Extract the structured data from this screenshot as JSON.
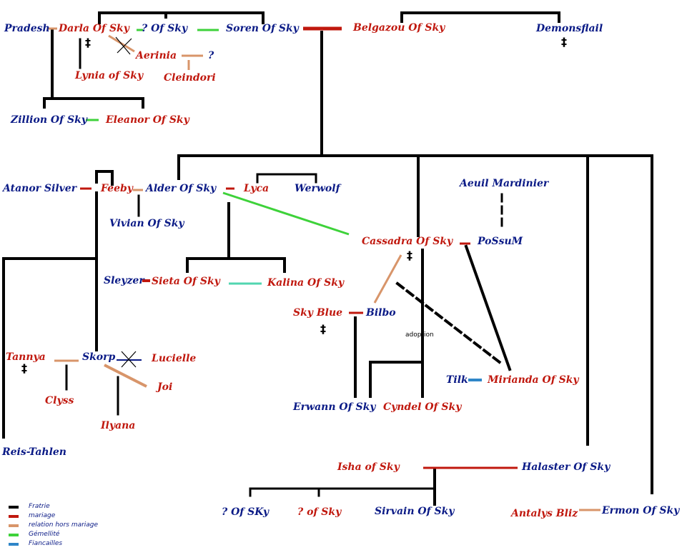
{
  "colors": {
    "fratrie": "#000000",
    "mariage": "#c0180e",
    "hors_mariage": "#d8956a",
    "gemellite": "#3ed23a",
    "fiancailles": "#2f86c8",
    "male_name": "#0a1a86",
    "female_name": "#c0180e"
  },
  "people": {
    "pradesh": "Pradesh",
    "darla": "Darla Of Sky",
    "q_of_sky_1": "? Of Sky",
    "soren": "Soren Of Sky",
    "belgazou": "Belgazou Of Sky",
    "demonsflail": "Demonsflail",
    "aerinia": "Aerinia",
    "q_aerinia": "?",
    "lynia": "Lynia of Sky",
    "cleindori": "Cleindori",
    "zillion": "Zillion Of Sky",
    "eleanor": "Eleanor Of Sky",
    "atanor": "Atanor Silver",
    "feeby": "Feeby",
    "alder": "Alder Of Sky",
    "lyca": "Lyca",
    "werwolf": "Werwolf",
    "aeuil": "Aeuil Mardinier",
    "vivian": "Vivian Of Sky",
    "cassadra": "Cassadra Of Sky",
    "possum": "PoSsuM",
    "sleyzer": "Sleyzer",
    "sieta": "Sieta Of Sky",
    "kalina": "Kalina Of Sky",
    "skyblue": "Sky Blue",
    "bilbo": "Bilbo",
    "tannya": "Tannya",
    "skorp": "Skorp",
    "lucielle": "Lucielle",
    "joi": "Joi",
    "clyss": "Clyss",
    "ilyana": "Ilyana",
    "reis": "Reis-Tahlen",
    "tilk": "Tilk",
    "mirianda": "Mirianda Of Sky",
    "erwann": "Erwann Of Sky",
    "cyndel": "Cyndel Of Sky",
    "isha": "Isha of Sky",
    "halaster": "Halaster Of Sky",
    "q_of_sky_2": "? Of SKy",
    "q_of_sky_3": "? of Sky",
    "sirvain": "Sirvain Of Sky",
    "antalys": "Antalys Bliz",
    "ermon": "Ermon Of Sky"
  },
  "annotations": {
    "adoption": "adoption",
    "deceased_symbol": "‡"
  },
  "legend": {
    "fratrie": "Fratrie",
    "mariage": "mariage",
    "hors_mariage": "relation hors mariage",
    "gemellite": "Gémellité",
    "fiancailles": "Fiancailles"
  }
}
